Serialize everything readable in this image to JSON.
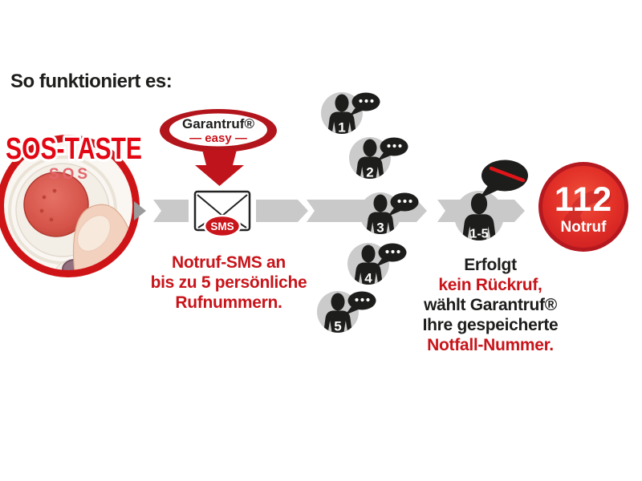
{
  "title": "So funktioniert es:",
  "colors": {
    "brand_red": "#c8141a",
    "bright_red": "#e30613",
    "logo_dark_red": "#b2151b",
    "badge_red": "#d92a22",
    "arrow_gray": "#c9c9c9",
    "person_gray": "#cbcbcb",
    "ink_black": "#1d1d1b"
  },
  "icons": {
    "sos_button": "sos-button-photo",
    "down_arrow": "red-down-arrow",
    "flow_arrow": "gray-chevron-ribbon",
    "message": "envelope",
    "speech": "speech-bubble-dots",
    "no_answer_speech": "speech-bubble-crossed",
    "emergency": "round-112-badge"
  },
  "sos": {
    "headline": "SOS-TASTE",
    "button_label": "SOS"
  },
  "logo": {
    "brand": "Garantruf®",
    "variant": "— easy —"
  },
  "sms": {
    "badge": "SMS"
  },
  "step1": {
    "line1": "Notruf-SMS an",
    "line2": "bis zu 5 persönliche",
    "line3": "Rufnummern."
  },
  "recipients": [
    {
      "label": "1"
    },
    {
      "label": "2"
    },
    {
      "label": "3"
    },
    {
      "label": "4"
    },
    {
      "label": "5"
    }
  ],
  "no_answer": {
    "label": "1-5"
  },
  "step2": {
    "line1": "Erfolgt",
    "line2": "kein Rückruf,",
    "line3": "wählt Garantruf®",
    "line4": "Ihre gespeicherte",
    "line5": "Notfall-Nummer."
  },
  "emergency_badge": {
    "number": "112",
    "label": "Notruf"
  }
}
